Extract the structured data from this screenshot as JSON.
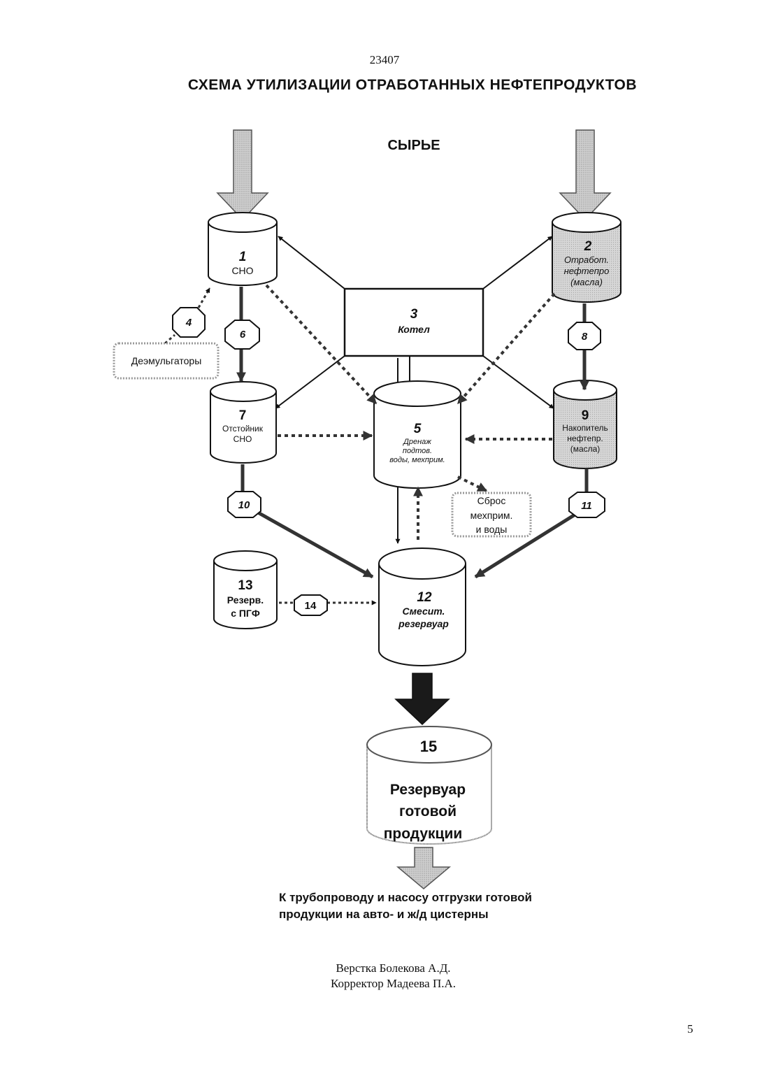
{
  "header": {
    "doc_number": "23407",
    "title": "СХЕМА УТИЛИЗАЦИИ   ОТРАБОТАННЫХ НЕФТЕПРОДУКТОВ",
    "raw_material": "СЫРЬЕ"
  },
  "tanks": {
    "t1": {
      "num": "1",
      "label": "СНО"
    },
    "t2": {
      "num": "2",
      "line1": "Отработ.",
      "line2": "нефтепро",
      "line3": "(масла)"
    },
    "t3": {
      "num": "3",
      "label": "Котел"
    },
    "t5": {
      "num": "5",
      "line1": "Дренаж",
      "line2": "подтов.",
      "line3": "воды, мехприм."
    },
    "t7": {
      "num": "7",
      "line1": "Отстойник",
      "line2": "СНО"
    },
    "t9": {
      "num": "9",
      "line1": "Накопитель",
      "line2": "нефтепр.",
      "line3": "(масла)"
    },
    "t12": {
      "num": "12",
      "line1": "Смесит.",
      "line2": "резервуар"
    },
    "t13": {
      "num": "13",
      "line1": "Резерв.",
      "line2": "с ПГФ"
    },
    "t15": {
      "num": "15",
      "line1": "Резервуар",
      "line2": "готовой",
      "line3": "продукции"
    }
  },
  "pumps": {
    "p4": "4",
    "p6": "6",
    "p8": "8",
    "p10": "10",
    "p11": "11",
    "p14": "14"
  },
  "boxes": {
    "demulsifiers": "Деэмульгаторы",
    "discharge": {
      "line1": "Сброс",
      "line2": "мехприм.",
      "line3": "и воды"
    }
  },
  "bottom_note": {
    "line1": "К трубопроводу и насосу отгрузки готовой",
    "line2": "продукции на авто- и ж/д цистерны"
  },
  "footer": {
    "layout": "Верстка Болекова А.Д.",
    "proofreader": "Корректор Мадеева П.А.",
    "page_number": "5"
  }
}
